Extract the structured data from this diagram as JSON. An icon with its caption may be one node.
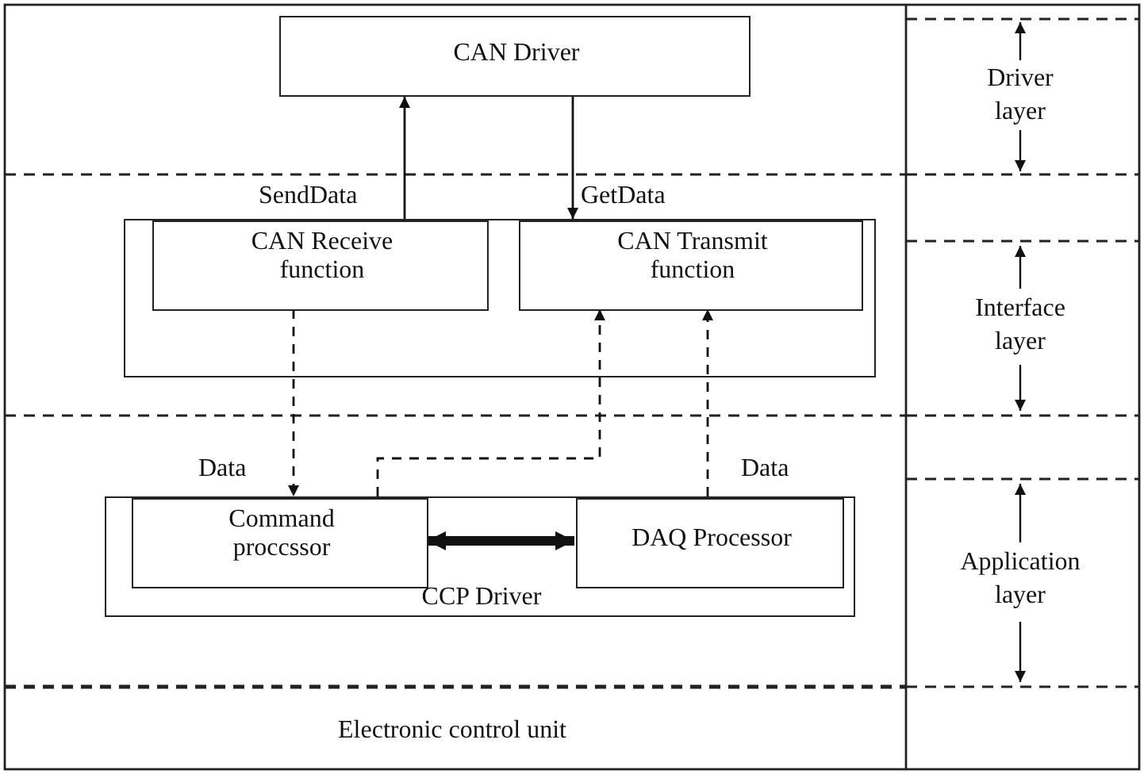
{
  "diagram": {
    "nodes": [
      {
        "text": [
          "CAN Driver"
        ]
      },
      {
        "text": [],
        "shape": "box"
      },
      {
        "text": [
          "CAN Receive function"
        ],
        "in": 1
      },
      {
        "text": [
          "CAN Transmit function"
        ],
        "in": 1
      },
      {
        "text": [
          "CCP Driver"
        ]
      },
      {
        "text": [
          "Command proccssor"
        ],
        "in": 4
      },
      {
        "text": [
          "DAQ Processor"
        ],
        "in": 4
      }
    ],
    "edges": [
      {
        "from": 2,
        "to": 0,
        "arrow": "to",
        "label": "SendData"
      },
      {
        "from": 0,
        "to": 3,
        "arrow": "to",
        "label": "GetData"
      },
      {
        "from": 2,
        "to": 5,
        "arrow": "to",
        "style": "dashed",
        "label": "Data"
      },
      {
        "from": 5,
        "to": 3,
        "arrow": "to",
        "style": "dashed"
      },
      {
        "from": 6,
        "to": 3,
        "arrow": "to",
        "style": "dashed",
        "label": "Data"
      },
      {
        "from": 5,
        "to": 6,
        "arrow": "both",
        "style": "thick"
      }
    ],
    "labels": [
      "Driver layer",
      "Interface layer",
      "Application layer",
      "Electronic control unit"
    ]
  }
}
